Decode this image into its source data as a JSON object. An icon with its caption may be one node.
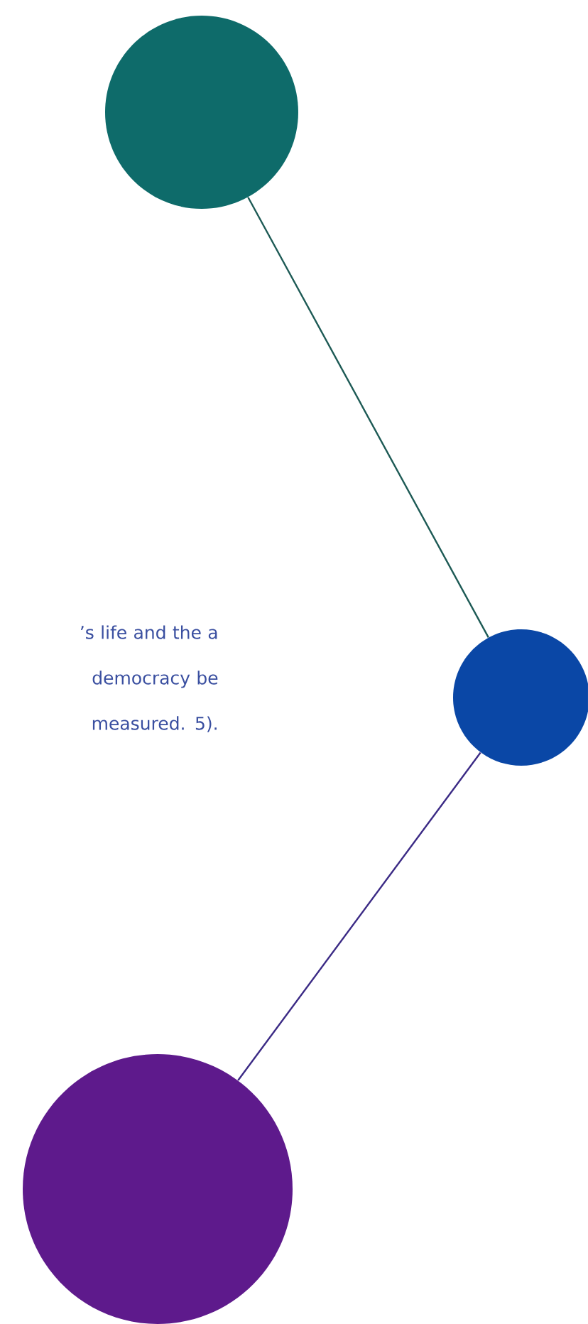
{
  "diagram": {
    "nodes": [
      {
        "text": [],
        "shape": "circle"
      },
      {
        "text": [],
        "shape": "circle"
      },
      {
        "text": [],
        "shape": "circle"
      }
    ],
    "edges": [
      {
        "from": 0,
        "to": 1,
        "arrow": "none",
        "color": "#1d5a55"
      },
      {
        "from": 1,
        "to": 2,
        "arrow": "none",
        "color": "#3b2a85"
      }
    ],
    "labels": [
      "’s life and the a democracy be measured. 5)."
    ]
  }
}
